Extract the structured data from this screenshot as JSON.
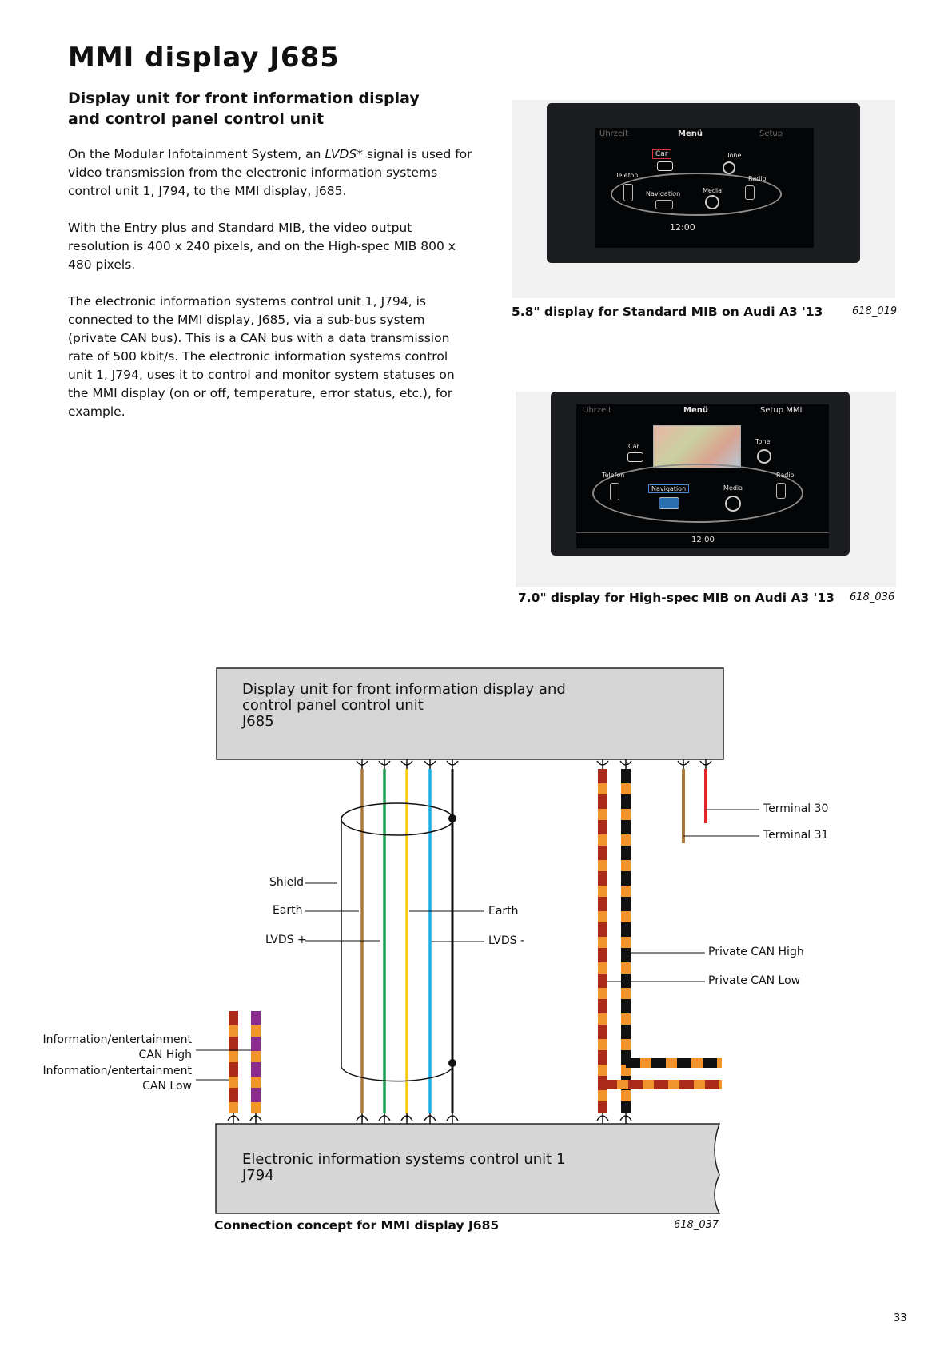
{
  "title": "MMI display J685",
  "subtitle": "Display unit for front information display and control panel control unit",
  "paragraphs": {
    "p1_before": "On the Modular Infotainment System, an ",
    "p1_em": "LVDS*",
    "p1_after": " signal is used for video transmission from the electronic information systems control unit 1, J794, to the MMI display, J685.",
    "p2": "With the Entry plus and Standard MIB, the video output resolution is 400 x 240 pixels, and on the High-spec MIB 800 x 480 pixels.",
    "p3": "The electronic information systems control unit 1, J794, is connected to the MMI display, J685, via a sub-bus system (private CAN bus). This is a CAN bus with a data transmission rate of 500 kbit/s. The electronic information systems control unit 1, J794, uses it to control and monitor system statuses on the MMI display (on or off, temperature, error status, etc.), for example."
  },
  "figure1": {
    "caption": "5.8\" display for Standard MIB on Audi A3 '13",
    "ref": "618_019",
    "screen": {
      "left_tab": "Uhrzeit",
      "center_tab": "Menü",
      "right_tab": "Setup",
      "items": {
        "car": "Car",
        "tone": "Tone",
        "telefon": "Telefon",
        "radio": "Radio",
        "navigation": "Navigation",
        "media": "Media"
      },
      "clock": "12:00"
    }
  },
  "figure2": {
    "caption": "7.0\" display for High-spec MIB on Audi A3 '13",
    "ref": "618_036",
    "screen": {
      "left_tab": "Uhrzeit",
      "center_tab": "Menü",
      "right_tab": "Setup MMI",
      "items": {
        "car": "Car",
        "tone": "Tone",
        "telefon": "Telefon",
        "radio": "Radio",
        "navigation": "Navigation",
        "media": "Media"
      },
      "clock": "12:00"
    }
  },
  "diagram": {
    "top_block": {
      "line1": "Display unit for front information display and",
      "line2": "control panel control unit",
      "line3": "J685"
    },
    "bottom_block": {
      "line1": "Electronic information systems control unit 1",
      "line2": "J794"
    },
    "labels": {
      "terminal30": "Terminal 30",
      "terminal31": "Terminal 31",
      "shield": "Shield",
      "earth_left": "Earth",
      "lvds_plus": "LVDS +",
      "earth_right": "Earth",
      "lvds_minus": "LVDS -",
      "private_can_high": "Private CAN High",
      "private_can_low": "Private CAN Low",
      "info_can_high_1": "Information/entertainment",
      "info_can_high_2": "CAN High",
      "info_can_low_1": "Information/entertainment",
      "info_can_low_2": "CAN Low"
    },
    "wire_colors": {
      "brown": "#a9783b",
      "green": "#18a050",
      "yellow": "#f4cc10",
      "blue": "#1cb0e6",
      "black": "#111111",
      "orange": "#f2942c",
      "darkred": "#aa2b1a",
      "purple": "#8a2c8e",
      "red": "#e0262b"
    },
    "caption": "Connection concept for MMI display J685",
    "ref": "618_037"
  },
  "page_number": "33"
}
